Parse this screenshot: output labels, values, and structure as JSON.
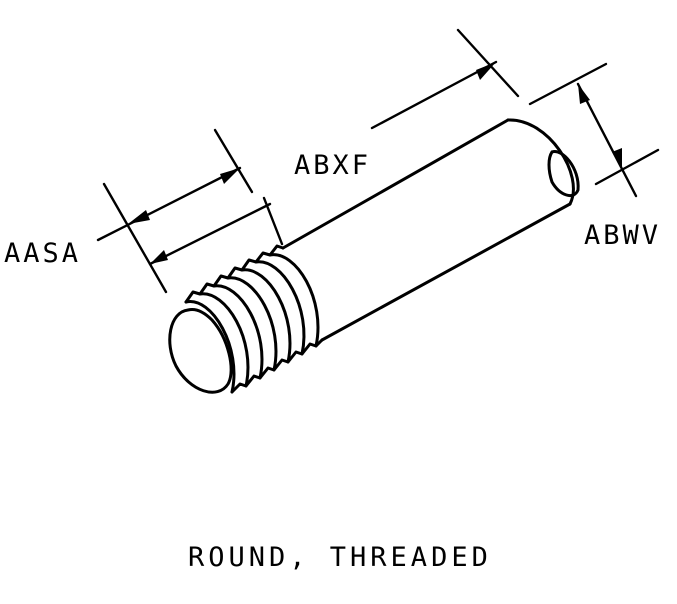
{
  "dimensions": {
    "thread_length": "AASA",
    "overall_length": "ABXF",
    "diameter": "ABWV"
  },
  "caption": "ROUND, THREADED",
  "colors": {
    "ink": "#000000",
    "paper": "#ffffff"
  }
}
